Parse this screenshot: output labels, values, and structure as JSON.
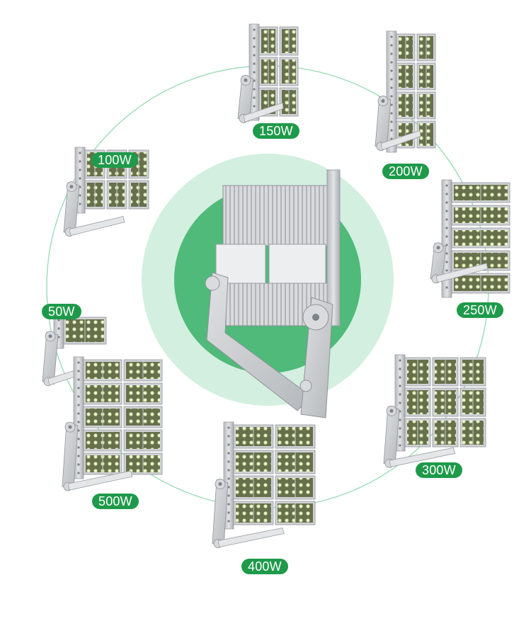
{
  "colors": {
    "accent": "#1e9a4a",
    "ring": "#7fd3a2",
    "halo_outer": "#cdeedb",
    "halo_inner": "#4db877",
    "housing": "#c9cbce",
    "led_module": "#6f7a4a"
  },
  "badges": {
    "w150": "150W",
    "w200": "200W",
    "w100": "100W",
    "w250": "250W",
    "w50": "50W",
    "w300": "300W",
    "w500": "500W",
    "w400": "400W"
  }
}
